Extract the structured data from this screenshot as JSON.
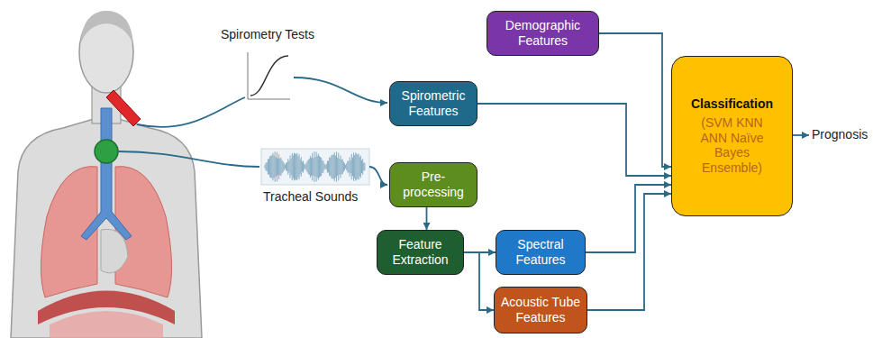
{
  "diagram": {
    "nodes": [
      {
        "text": [
          "Demographic Features"
        ]
      },
      {
        "text": [
          "Spirometric Features"
        ]
      },
      {
        "text": [
          "Pre-processing"
        ]
      },
      {
        "text": [
          "Feature Extraction"
        ]
      },
      {
        "text": [
          "Spectral Features"
        ]
      },
      {
        "text": [
          "Acoustic Tube Features"
        ]
      },
      {
        "text": [
          "Classification",
          "(SVM KNN ANN Naïve Bayes Ensemble)"
        ]
      }
    ],
    "edges": [
      {
        "from": 0,
        "to": 6,
        "arrow": "to"
      },
      {
        "from": 1,
        "to": 6,
        "arrow": "to"
      },
      {
        "from": 2,
        "to": 3,
        "arrow": "to"
      },
      {
        "from": 3,
        "to": 4,
        "arrow": "to"
      },
      {
        "from": 3,
        "to": 5,
        "arrow": "to"
      },
      {
        "from": 4,
        "to": 6,
        "arrow": "to"
      },
      {
        "from": 5,
        "to": 6,
        "arrow": "to"
      }
    ],
    "labels": [
      "Spirometry Tests",
      "Tracheal Sounds",
      "Prognosis"
    ]
  }
}
